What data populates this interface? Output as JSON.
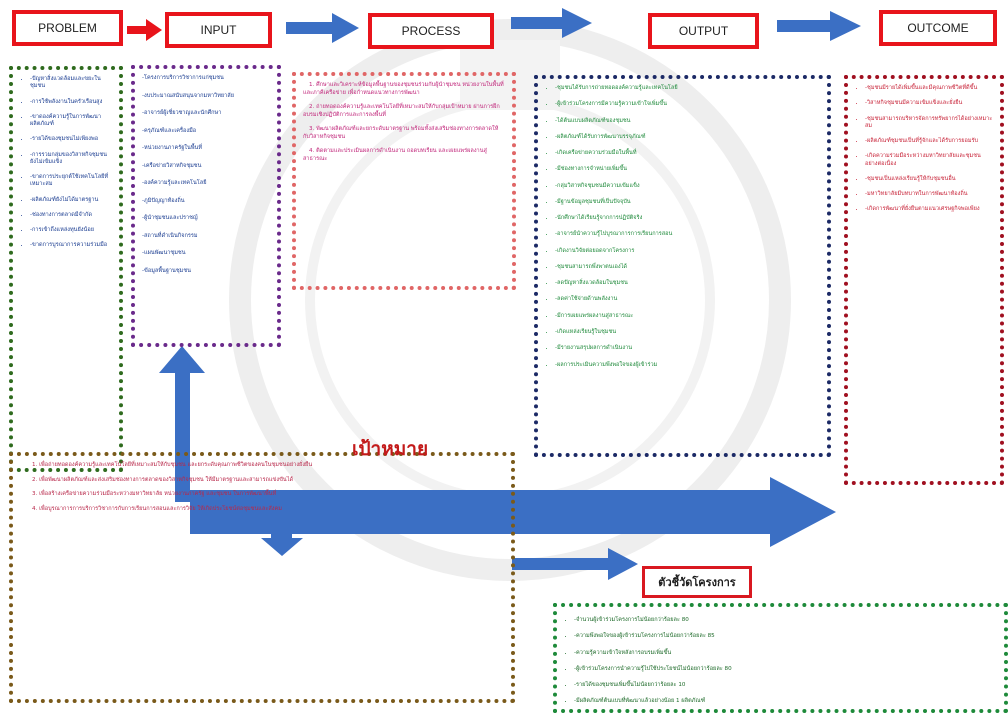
{
  "headers": {
    "problem": "PROBLEM",
    "input": "INPUT",
    "process": "PROCESS",
    "output": "OUTPUT",
    "outcome": "OUTCOME"
  },
  "goal_label": "เป้าหมาย",
  "indicator_title": "ตัวชี้วัดโครงการ",
  "colors": {
    "header_border": "#e8141b",
    "arrow_red": "#e8141b",
    "arrow_blue": "#3b6fc4",
    "problem_border": "#2f6b1e",
    "input_border": "#6a2a8b",
    "process_border": "#e06666",
    "output_border": "#1c2a66",
    "outcome_border": "#a01020",
    "goal_border": "#7a5a1a",
    "indicator_border": "#1e8a3a"
  },
  "problem_items": [
    "-ปัญหาสิ่งแวดล้อมและขยะในชุมชน",
    "-การใช้พลังงานในครัวเรือนสูง",
    "-ขาดองค์ความรู้ในการพัฒนาผลิตภัณฑ์",
    "-รายได้ของชุมชนไม่เพียงพอ",
    "-การรวมกลุ่มของวิสาหกิจชุมชนยังไม่เข้มแข็ง",
    "-ขาดการประยุกต์ใช้เทคโนโลยีที่เหมาะสม",
    "-ผลิตภัณฑ์ยังไม่ได้มาตรฐาน",
    "-ช่องทางการตลาดมีจำกัด",
    "-การเข้าถึงแหล่งทุนยังน้อย",
    "-ขาดการบูรณาการความร่วมมือ"
  ],
  "input_items": [
    "-โครงการบริการวิชาการแก่ชุมชน",
    "-งบประมาณสนับสนุนจากมหาวิทยาลัย",
    "-อาจารย์ผู้เชี่ยวชาญและนักศึกษา",
    "-ครุภัณฑ์และเครื่องมือ",
    "-หน่วยงานภาครัฐในพื้นที่",
    "-เครือข่ายวิสาหกิจชุมชน",
    "-องค์ความรู้และเทคโนโลยี",
    "-ภูมิปัญญาท้องถิ่น",
    "-ผู้นำชุมชนและปราชญ์",
    "-สถานที่ดำเนินกิจกรรม",
    "-แผนพัฒนาชุมชน",
    "-ข้อมูลพื้นฐานชุมชน"
  ],
  "process_paras": [
    "1. ศึกษาและวิเคราะห์ข้อมูลพื้นฐานของชุมชนร่วมกับผู้นำชุมชน หน่วยงานในพื้นที่ และภาคีเครือข่าย เพื่อกำหนดแนวทางการพัฒนา",
    "2. ถ่ายทอดองค์ความรู้และเทคโนโลยีที่เหมาะสมให้กับกลุ่มเป้าหมาย ผ่านการฝึกอบรมเชิงปฏิบัติการและการลงพื้นที่",
    "3. พัฒนาผลิตภัณฑ์และยกระดับมาตรฐาน พร้อมทั้งส่งเสริมช่องทางการตลาดให้กับวิสาหกิจชุมชน",
    "4. ติดตามและประเมินผลการดำเนินงาน ถอดบทเรียน และเผยแพร่ผลงานสู่สาธารณะ"
  ],
  "output_items": [
    "-ชุมชนได้รับการถ่ายทอดองค์ความรู้และเทคโนโลยี",
    "-ผู้เข้าร่วมโครงการมีความรู้ความเข้าใจเพิ่มขึ้น",
    "-ได้ต้นแบบผลิตภัณฑ์ของชุมชน",
    "-ผลิตภัณฑ์ได้รับการพัฒนาบรรจุภัณฑ์",
    "-เกิดเครือข่ายความร่วมมือในพื้นที่",
    "-มีช่องทางการจำหน่ายเพิ่มขึ้น",
    "-กลุ่มวิสาหกิจชุมชนมีความเข้มแข็ง",
    "-มีฐานข้อมูลชุมชนที่เป็นปัจจุบัน",
    "-นักศึกษาได้เรียนรู้จากการปฏิบัติจริง",
    "-อาจารย์นำความรู้ไปบูรณาการการเรียนการสอน",
    "-เกิดงานวิจัยต่อยอดจากโครงการ",
    "-ชุมชนสามารถพึ่งพาตนเองได้",
    "-ลดปัญหาสิ่งแวดล้อมในชุมชน",
    "-ลดค่าใช้จ่ายด้านพลังงาน",
    "-มีการเผยแพร่ผลงานสู่สาธารณะ",
    "-เกิดแหล่งเรียนรู้ในชุมชน",
    "-มีรายงานสรุปผลการดำเนินงาน",
    "-ผลการประเมินความพึงพอใจของผู้เข้าร่วม"
  ],
  "outcome_items": [
    "-ชุมชนมีรายได้เพิ่มขึ้นและมีคุณภาพชีวิตที่ดีขึ้น",
    "-วิสาหกิจชุมชนมีความเข้มแข็งและยั่งยืน",
    "-ชุมชนสามารถบริหารจัดการทรัพยากรได้อย่างเหมาะสม",
    "-ผลิตภัณฑ์ชุมชนเป็นที่รู้จักและได้รับการยอมรับ",
    "-เกิดความร่วมมือระหว่างมหาวิทยาลัยและชุมชนอย่างต่อเนื่อง",
    "-ชุมชนเป็นแหล่งเรียนรู้ให้กับชุมชนอื่น",
    "-มหาวิทยาลัยมีบทบาทในการพัฒนาท้องถิ่น",
    "-เกิดการพัฒนาที่ยั่งยืนตามแนวเศรษฐกิจพอเพียง"
  ],
  "goal_paras": [
    "1. เพื่อถ่ายทอดองค์ความรู้และเทคโนโลยีที่เหมาะสมให้กับชุมชน และยกระดับคุณภาพชีวิตของคนในชุมชนอย่างยั่งยืน",
    "2. เพื่อพัฒนาผลิตภัณฑ์และส่งเสริมช่องทางการตลาดของวิสาหกิจชุมชน ให้มีมาตรฐานและสามารถแข่งขันได้",
    "3. เพื่อสร้างเครือข่ายความร่วมมือระหว่างมหาวิทยาลัย หน่วยงานภาครัฐ และชุมชน ในการพัฒนาพื้นที่",
    "4. เพื่อบูรณาการการบริการวิชาการกับการเรียนการสอนและการวิจัย ให้เกิดประโยชน์ต่อชุมชนและสังคม"
  ],
  "indicator_items": [
    "-จำนวนผู้เข้าร่วมโครงการไม่น้อยกว่าร้อยละ 80",
    "-ความพึงพอใจของผู้เข้าร่วมโครงการไม่น้อยกว่าร้อยละ 85",
    "-ความรู้ความเข้าใจหลังการอบรมเพิ่มขึ้น",
    "-ผู้เข้าร่วมโครงการนำความรู้ไปใช้ประโยชน์ไม่น้อยกว่าร้อยละ 80",
    "-รายได้ของชุมชนเพิ่มขึ้นไม่น้อยกว่าร้อยละ 10",
    "-มีผลิตภัณฑ์ต้นแบบที่พัฒนาแล้วอย่างน้อย 1 ผลิตภัณฑ์"
  ]
}
